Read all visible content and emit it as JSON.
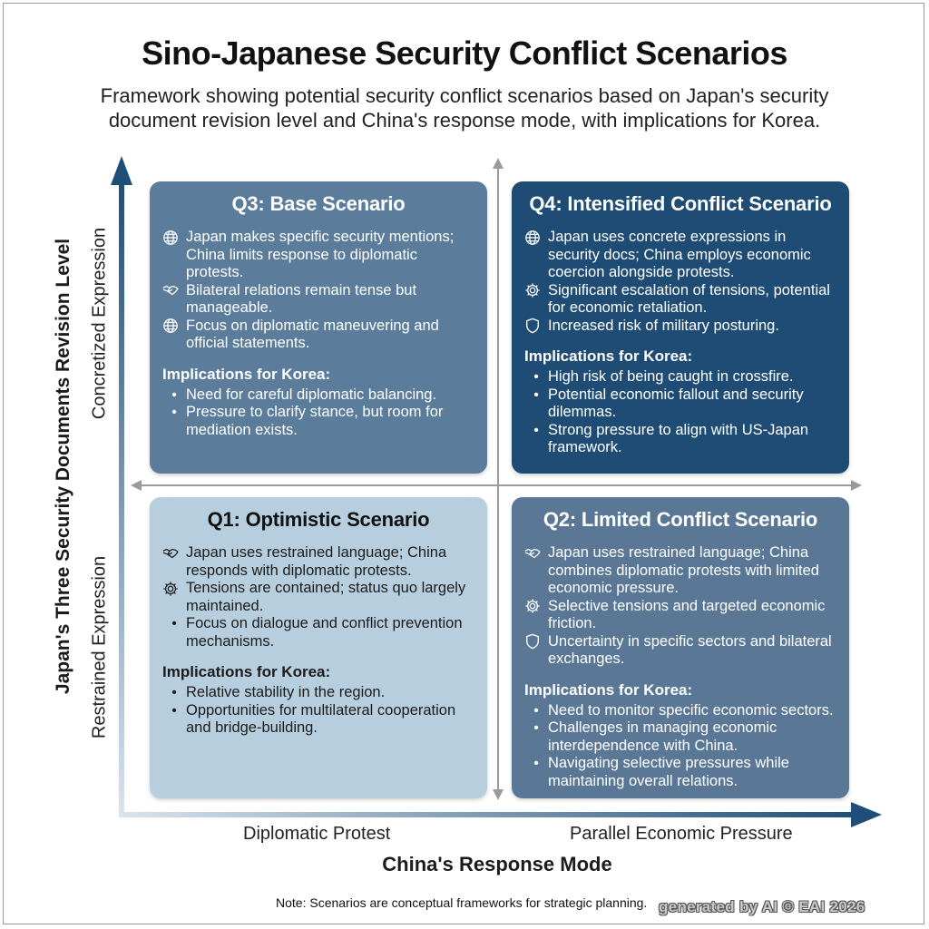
{
  "header": {
    "title": "Sino-Japanese Security Conflict Scenarios",
    "subtitle_line1": "Framework showing potential security conflict scenarios based on Japan's security",
    "subtitle_line2": "document revision level and China's response mode, with implications for Korea."
  },
  "axes": {
    "y_title": "Japan's Three Security Documents Revision Level",
    "y_high": "Concretized Expression",
    "y_low": "Restrained Expression",
    "x_title": "China's Response Mode",
    "x_left": "Diplomatic Protest",
    "x_right": "Parallel Economic Pressure"
  },
  "colors": {
    "q1": "#b7cede",
    "q2": "#5a7896",
    "q3": "#5b7d9b",
    "q4": "#1e4c74",
    "axis": "#1f4e79"
  },
  "quadrants": {
    "q3": {
      "title": "Q3: Base Scenario",
      "items": [
        {
          "icon": "globe-icon",
          "text": "Japan makes specific security mentions; China limits response to diplomatic protests."
        },
        {
          "icon": "handshake-icon",
          "text": "Bilateral relations remain tense but manageable."
        },
        {
          "icon": "globe-icon",
          "text": "Focus on diplomatic maneuvering and official statements."
        }
      ],
      "implications_title": "Implications for Korea:",
      "implications": [
        "Need for careful diplomatic balancing.",
        "Pressure to clarify stance, but room for mediation exists."
      ]
    },
    "q4": {
      "title": "Q4: Intensified Conflict Scenario",
      "items": [
        {
          "icon": "globe-icon",
          "text": "Japan uses concrete expressions in security docs; China employs economic coercion alongside protests."
        },
        {
          "icon": "gear-icon",
          "text": "Significant escalation of tensions, potential for economic retaliation."
        },
        {
          "icon": "shield-icon",
          "text": "Increased risk of military posturing."
        }
      ],
      "implications_title": "Implications for Korea:",
      "implications": [
        "High risk of being caught in crossfire.",
        "Potential economic fallout and security dilemmas.",
        "Strong pressure to align with US-Japan framework."
      ]
    },
    "q1": {
      "title": "Q1: Optimistic Scenario",
      "items": [
        {
          "icon": "handshake-icon",
          "text": "Japan uses restrained language; China responds with diplomatic protests."
        },
        {
          "icon": "gear-icon",
          "text": "Tensions are contained; status quo largely maintained."
        },
        {
          "icon": "bullet",
          "text": "Focus on dialogue and conflict prevention mechanisms."
        }
      ],
      "implications_title": "Implications for Korea:",
      "implications": [
        "Relative stability in the region.",
        "Opportunities for multilateral cooperation and bridge-building."
      ]
    },
    "q2": {
      "title": "Q2: Limited Conflict Scenario",
      "items": [
        {
          "icon": "handshake-icon",
          "text": "Japan uses restrained language; China combines diplomatic protests with limited economic pressure."
        },
        {
          "icon": "gear-icon",
          "text": "Selective tensions and targeted economic friction."
        },
        {
          "icon": "shield-icon",
          "text": "Uncertainty in specific sectors and bilateral exchanges."
        }
      ],
      "implications_title": "Implications for Korea:",
      "implications": [
        "Need to monitor specific economic sectors.",
        "Challenges in managing economic interdependence with China.",
        "Navigating selective pressures while maintaining overall relations."
      ]
    }
  },
  "footer": {
    "note": "Note: Scenarios are conceptual frameworks for strategic planning.",
    "watermark": "generated by AI © EAI 2026"
  }
}
